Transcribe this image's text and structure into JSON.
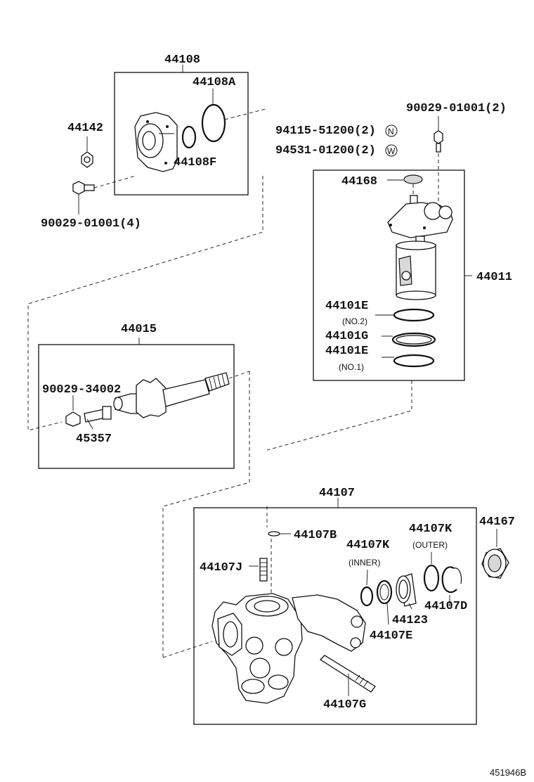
{
  "figure_code": "451946B",
  "groups": {
    "g44108": {
      "label": "44108",
      "parts": {
        "p44108A": "44108A",
        "p44108F": "44108F"
      }
    },
    "g44011": {
      "label": "44011"
    },
    "g44015": {
      "label": "44015"
    },
    "g44107": {
      "label": "44107"
    }
  },
  "parts": {
    "p44142": "44142",
    "p90029_01001_4": "90029-01001(4)",
    "p94115": "94115-51200(2)",
    "p94531": "94531-01200(2)",
    "p90029_01001_2": "90029-01001(2)",
    "p44168": "44168",
    "p44101E_no2": "44101E",
    "p44101G": "44101G",
    "p44101E_no1": "44101E",
    "p90029_34002": "90029-34002",
    "p45357": "45357",
    "p44107B": "44107B",
    "p44107K_outer": "44107K",
    "p44107K_inner": "44107K",
    "p44167": "44167",
    "p44107J": "44107J",
    "p44123": "44123",
    "p44107D": "44107D",
    "p44107E": "44107E",
    "p44107G": "44107G"
  },
  "notes": {
    "no2": "(NO.2)",
    "no1": "(NO.1)",
    "outer": "(OUTER)",
    "inner": "(INNER)"
  },
  "markers": {
    "n": "N",
    "w": "W"
  }
}
